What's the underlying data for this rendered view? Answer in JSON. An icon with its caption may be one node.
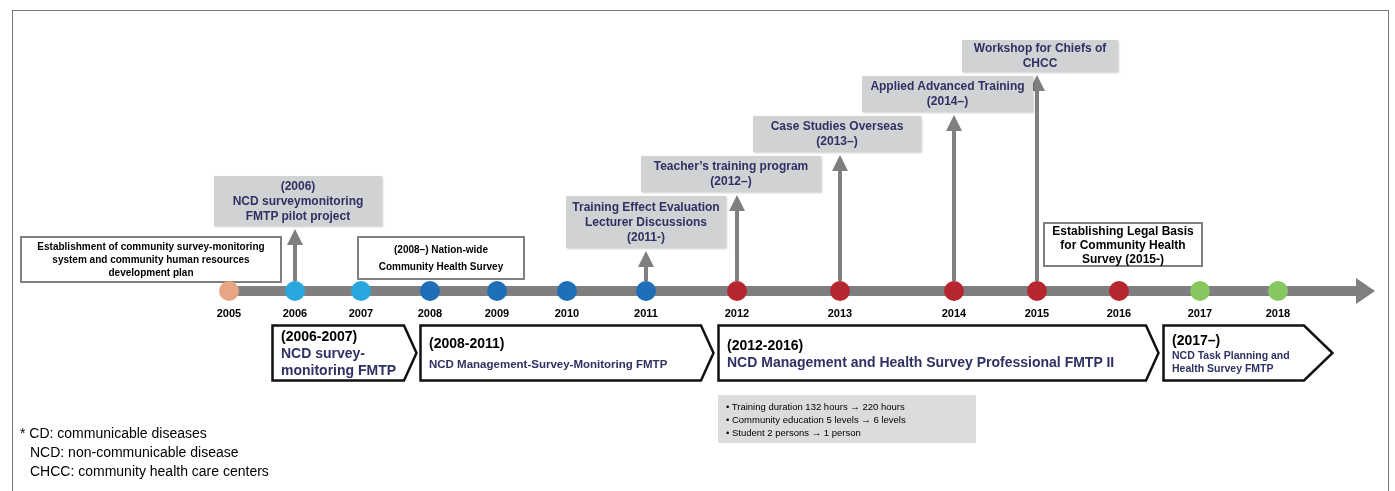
{
  "diagram": {
    "nodes": [
      {
        "text": [
          "Establishment of community survey-monitoring system and community human resources development plan"
        ]
      },
      {
        "text": [
          "(2006)",
          "NCD surveymonitoring FMTP pilot project"
        ]
      },
      {
        "text": [
          "(2008–) Nation-wide",
          "Community Health Survey"
        ]
      },
      {
        "text": [
          "Training Effect Evaluation Lecturer Discussions (2011-)"
        ]
      },
      {
        "text": [
          "Teacher’s training program (2012–)"
        ]
      },
      {
        "text": [
          "Case Studies Overseas (2013–)"
        ]
      },
      {
        "text": [
          "Applied Advanced Training (2014–)"
        ]
      },
      {
        "text": [
          "Workshop for Chiefs of CHCC"
        ]
      },
      {
        "text": [
          "Establishing Legal Basis for Community Health Survey (2015-)"
        ]
      },
      {
        "text": [],
        "shape": "circle",
        "beside": [
          "2005"
        ]
      },
      {
        "text": [],
        "shape": "circle",
        "beside": [
          "2006"
        ]
      },
      {
        "text": [],
        "shape": "circle",
        "beside": [
          "2007"
        ]
      },
      {
        "text": [],
        "shape": "circle",
        "beside": [
          "2008"
        ]
      },
      {
        "text": [],
        "shape": "circle",
        "beside": [
          "2009"
        ]
      },
      {
        "text": [],
        "shape": "circle",
        "beside": [
          "2010"
        ]
      },
      {
        "text": [],
        "shape": "circle",
        "beside": [
          "2011"
        ]
      },
      {
        "text": [],
        "shape": "circle",
        "beside": [
          "2012"
        ]
      },
      {
        "text": [],
        "shape": "circle",
        "beside": [
          "2013"
        ]
      },
      {
        "text": [],
        "shape": "circle",
        "beside": [
          "2014"
        ]
      },
      {
        "text": [],
        "shape": "circle",
        "beside": [
          "2015"
        ]
      },
      {
        "text": [],
        "shape": "circle",
        "beside": [
          "2016"
        ]
      },
      {
        "text": [],
        "shape": "circle",
        "beside": [
          "2017"
        ]
      },
      {
        "text": [],
        "shape": "circle",
        "beside": [
          "2018"
        ]
      },
      {
        "text": [
          "(2006-2007)",
          "NCD survey-monitoring FMTP"
        ]
      },
      {
        "text": [
          "(2008-2011)",
          "NCD Management-Survey-Monitoring FMTP"
        ]
      },
      {
        "text": [
          "(2012-2016)",
          "NCD Management and Health Survey Professional FMTP II"
        ]
      },
      {
        "text": [
          "(2017–)",
          "NCD Task Planning and Health Survey FMTP"
        ]
      },
      {
        "text": [
          "• Training duration 132 hours → 220 hours",
          "• Community education 5 levels → 6 levels",
          "• Student 2 persons → 1 person"
        ]
      }
    ],
    "edges": [
      {
        "from": 10,
        "to": 1,
        "arrow": "to"
      },
      {
        "from": 15,
        "to": 3,
        "arrow": "to"
      },
      {
        "from": 16,
        "to": 4,
        "arrow": "to"
      },
      {
        "from": 17,
        "to": 5,
        "arrow": "to"
      },
      {
        "from": 18,
        "to": 6,
        "arrow": "to"
      },
      {
        "from": 19,
        "to": 7,
        "arrow": "to"
      }
    ],
    "labels": [
      "* CD: communicable diseases",
      "NCD: non-communicable disease",
      "CHCC: community health care centers"
    ]
  }
}
